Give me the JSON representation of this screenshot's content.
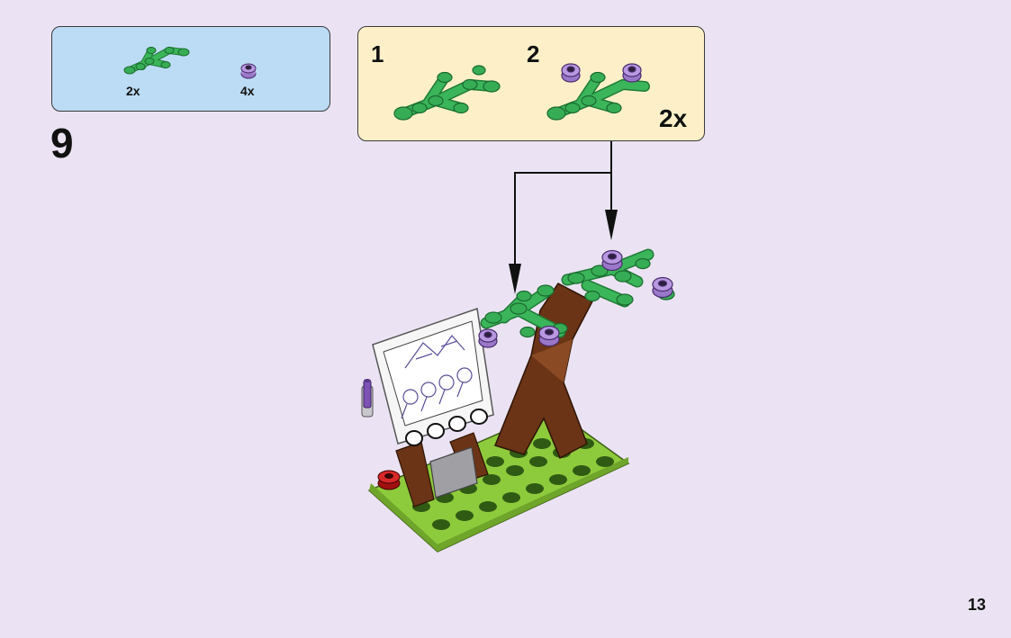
{
  "step": {
    "number": "9"
  },
  "parts_list": {
    "items": [
      {
        "icon": "green-branch-piece-icon",
        "quantity": "2x"
      },
      {
        "icon": "purple-flower-stud-icon",
        "quantity": "4x"
      }
    ]
  },
  "subassembly": {
    "steps": [
      {
        "label": "1",
        "icon": "branch-subassembly-icon"
      },
      {
        "label": "2",
        "icon": "branch-with-flowers-icon"
      }
    ],
    "multiplier": "2x"
  },
  "page": {
    "number": "13"
  },
  "colors": {
    "background": "#ebe3f3",
    "parts_box": "#bcdcf5",
    "subassembly_box": "#fdf0c8",
    "branch_green": "#2fa24a",
    "flower_purple": "#9a77c9",
    "trunk_brown": "#6b3416",
    "base_lime": "#8ecb3c"
  }
}
